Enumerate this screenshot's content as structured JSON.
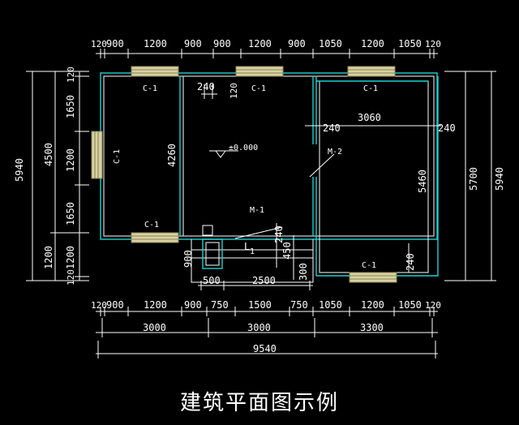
{
  "plan": {
    "caption": "建筑平面图示例",
    "top_dims": [
      "120",
      "900",
      "1200",
      "900",
      "900",
      "1200",
      "900",
      "1050",
      "1200",
      "1050",
      "120"
    ],
    "bottom_dims_row1": [
      "120",
      "900",
      "1200",
      "900",
      "750",
      "1500",
      "750",
      "1050",
      "1200",
      "1050",
      "120"
    ],
    "bottom_dims_row2": [
      "3000",
      "3000",
      "3300"
    ],
    "bottom_total": "9540",
    "left_outer": "5940",
    "left_mid": [
      "4500",
      "1200"
    ],
    "left_inner": [
      "120",
      "1650",
      "1200",
      "1650",
      "1200",
      "120"
    ],
    "right_outer": [
      "5700",
      "5940"
    ],
    "inner_dims": {
      "d240_top": "240",
      "d120_top": "120",
      "d4260": "4260",
      "d3060": "3060",
      "d240_left": "240",
      "d240_right": "240",
      "d5460": "5460",
      "d900": "900",
      "d240_v": "240",
      "d450": "450",
      "d240_br": "240",
      "d500": "500",
      "d2500": "2500",
      "d300": "300"
    },
    "labels": {
      "c1": "C-1",
      "m1": "M-1",
      "m2": "M-2",
      "l1": "L",
      "l1_sub": "1",
      "elevation": "±0.000"
    }
  }
}
